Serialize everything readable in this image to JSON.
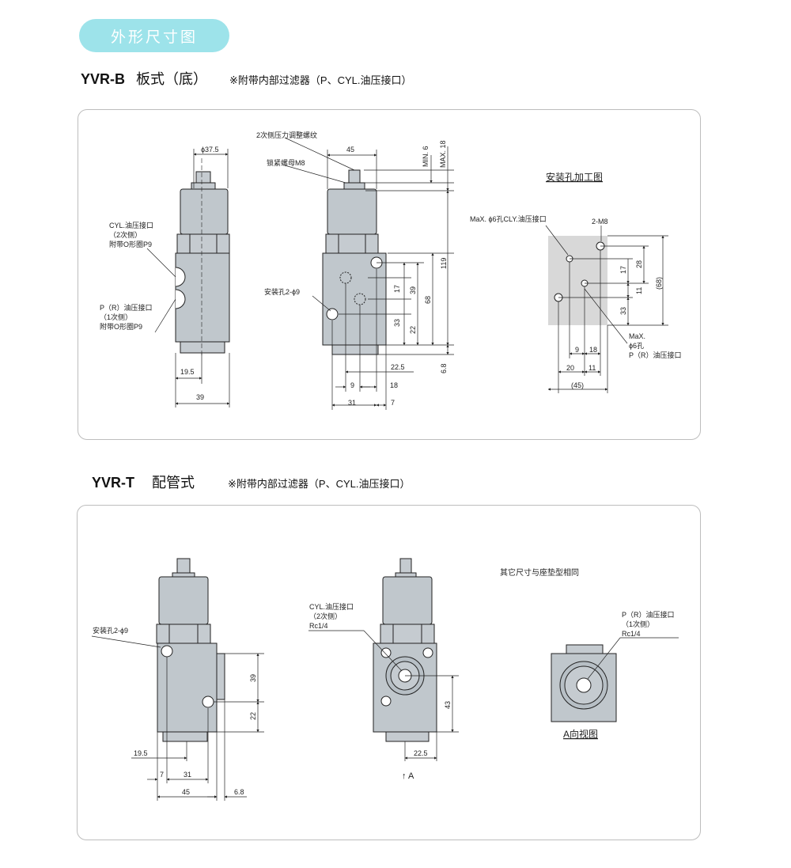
{
  "header": {
    "badge": "外形尺寸图"
  },
  "section_b": {
    "code": "YVR-B",
    "type": "板式（底）",
    "note": "※附带内部过滤器（P、CYL.油压接口）",
    "labels": {
      "cyl_port": [
        "CYL.油压接口",
        "（2次侧）",
        "附带O形圈P9"
      ],
      "p_port": [
        "P（R）油压接口",
        "（1次侧）",
        "附带O形圈P9"
      ],
      "adjust_thread": "2次侧压力调整螺纹",
      "lock_nut": "锁紧螺母M8",
      "mount_hole": "安装孔2-ϕ9",
      "machining_title": "安装孔加工图",
      "cly_hole": "MaX. ϕ6孔CLY.油压接口",
      "m8": "2-M8",
      "p_hole": [
        "MaX.",
        "ϕ6孔",
        "P（R）油压接口"
      ]
    },
    "dims": {
      "d375": "ϕ37.5",
      "d195": "19.5",
      "d39": "39",
      "d45": "45",
      "min6": "MIN. 6",
      "max18": "MAX. 18",
      "d119": "119",
      "d68": "68",
      "d39b": "39",
      "d17": "17",
      "d33": "33",
      "d22": "22",
      "d68b": "6.8",
      "d225": "22.5",
      "d9": "9",
      "d18": "18",
      "d31": "31",
      "d7": "7",
      "p28": "28",
      "p17": "17",
      "p11": "11",
      "p33": "33",
      "p68": "(68)",
      "p9": "9",
      "p18": "18",
      "p20": "20",
      "p11b": "11",
      "p45": "(45)"
    }
  },
  "section_t": {
    "code": "YVR-T",
    "type": "配管式",
    "note": "※附带内部过滤器（P、CYL.油压接口）",
    "labels": {
      "mount_hole": "安装孔2-ϕ9",
      "cyl_port": [
        "CYL.油压接口",
        "（2次侧）",
        "Rc1/4"
      ],
      "other": "其它尺寸与座垫型相同",
      "p_port": [
        "P（R）油压接口",
        "（1次侧）",
        "Rc1/4"
      ],
      "view_a": "A向视图",
      "arrow_a": "↑ A"
    },
    "dims": {
      "d39": "39",
      "d22": "22",
      "d195": "19.5",
      "d7": "7",
      "d31": "31",
      "d45": "45",
      "d68": "6.8",
      "d43": "43",
      "d225": "22.5"
    }
  }
}
